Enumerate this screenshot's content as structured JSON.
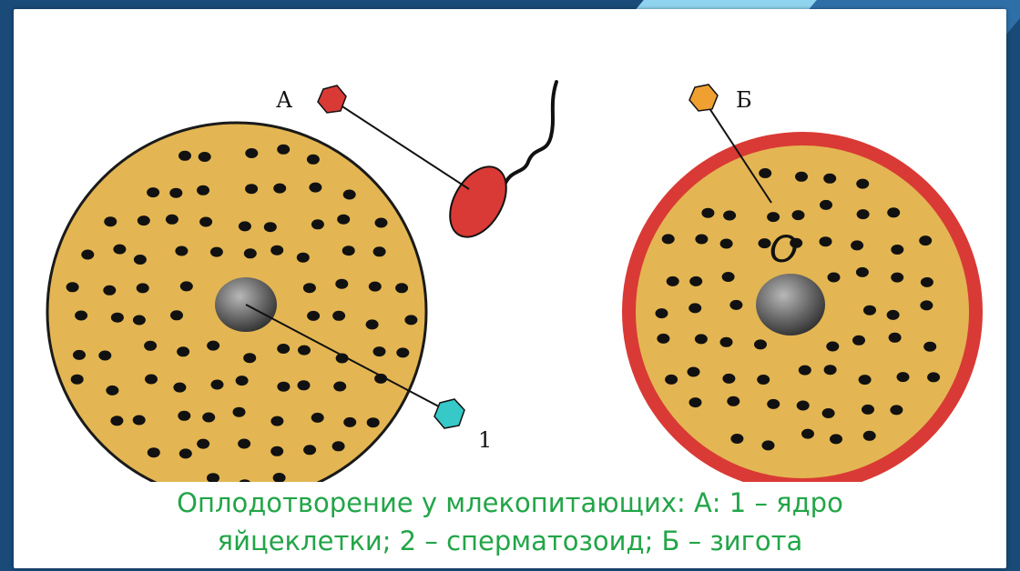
{
  "labels": {
    "a": "А",
    "b": "Б",
    "one": "1",
    "o": "O"
  },
  "caption": {
    "line1": "Оплодотворение у млекопитающих: А: 1 – ядро",
    "line2": "яйцеклетки; 2 – сперматозоид; Б – зигота"
  },
  "colors": {
    "cytoplasm": "#e3b653",
    "membrane_zygote": "#d93a35",
    "sperm": "#d93a35",
    "marker_a": "#d93a35",
    "marker_b": "#f0a030",
    "marker_1": "#37c8c8",
    "nucleus": "#6a6a6a",
    "caption_text": "#22a548"
  }
}
